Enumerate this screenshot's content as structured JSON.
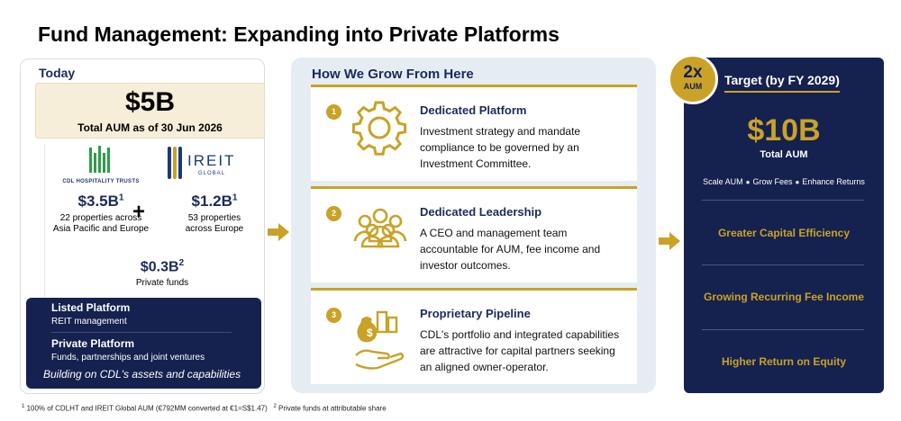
{
  "title": "Fund Management: Expanding into Private Platforms",
  "today": {
    "label": "Today",
    "aum_value": "$5B",
    "aum_caption": "Total AUM as of 30 Jun 2026",
    "holdings": [
      {
        "logo_text": "CDL HOSPITALITY TRUSTS",
        "value": "$3.5B",
        "footnote_ref": "1",
        "desc_line1": "22 properties across",
        "desc_line2": "Asia Pacific and Europe"
      },
      {
        "logo_name": "IREIT",
        "logo_sub": "GLOBAL",
        "value": "$1.2B",
        "footnote_ref": "1",
        "desc_line1": "53 properties",
        "desc_line2": "across Europe"
      }
    ],
    "plus": "+",
    "private_value": "$0.3B",
    "private_footnote_ref": "2",
    "private_desc": "Private funds",
    "platforms": {
      "listed_head": "Listed Platform",
      "listed_sub": "REIT management",
      "private_head": "Private Platform",
      "private_sub": "Funds, partnerships and joint ventures",
      "tagline": "Building on CDL's assets and capabilities"
    }
  },
  "grow": {
    "title": "How We Grow From Here",
    "cards": [
      {
        "num": "1",
        "icon": "gear-icon",
        "title": "Dedicated Platform",
        "lines": [
          "Investment strategy and mandate",
          "compliance to be governed by an",
          "Investment Committee."
        ]
      },
      {
        "num": "2",
        "icon": "people-icon",
        "title": "Dedicated Leadership",
        "lines": [
          "A CEO and management team",
          "accountable for AUM, fee income and",
          "investor outcomes."
        ]
      },
      {
        "num": "3",
        "icon": "money-hand-icon",
        "title": "Proprietary Pipeline",
        "lines": [
          "CDL's portfolio and integrated capabilities",
          "are attractive for capital partners seeking",
          "an aligned owner-operator."
        ]
      }
    ]
  },
  "target": {
    "badge_big": "2x",
    "badge_small": "AUM",
    "title": "Target (by FY 2029)",
    "aum_value": "$10B",
    "aum_caption": "Total AUM",
    "metrics": [
      "Scale AUM",
      "Grow Fees",
      "Enhance Returns"
    ],
    "outcomes": [
      "Greater Capital Efficiency",
      "Growing Recurring Fee Income",
      "Higher Return on Equity"
    ]
  },
  "footnotes": {
    "n1_ref": "1",
    "n1_text": "100% of CDLHT and IREIT Global AUM (€792MM converted at €1=S$1.47)",
    "n2_ref": "2",
    "n2_text": "Private funds at attributable share"
  },
  "colors": {
    "navy": "#15214f",
    "gold": "#c9a227",
    "panel_grey": "#e6edf2",
    "cream": "#f7eed9",
    "green": "#2e9e48"
  }
}
